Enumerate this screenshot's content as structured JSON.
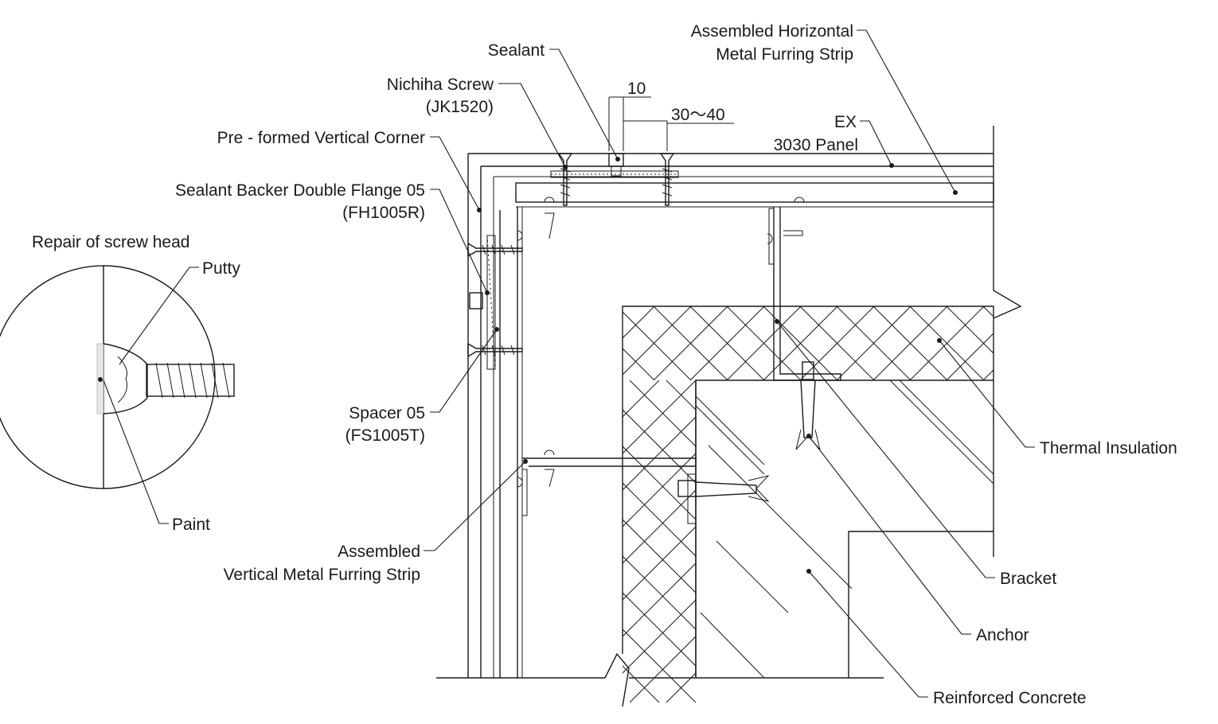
{
  "labels": {
    "sealant": "Sealant",
    "nichiha_screw_1": "Nichiha Screw",
    "nichiha_screw_2": "(JK1520)",
    "preformed_corner": "Pre - formed Vertical Corner",
    "backer_1": "Sealant Backer Double Flange 05",
    "backer_2": "(FH1005R)",
    "repair_title": "Repair of screw head",
    "putty": "Putty",
    "paint": "Paint",
    "spacer_1": "Spacer 05",
    "spacer_2": "(FS1005T)",
    "vertical_strip_1": "Assembled",
    "vertical_strip_2": "Vertical Metal Furring Strip",
    "horizontal_strip_1": "Assembled Horizontal",
    "horizontal_strip_2": "Metal Furring Strip",
    "ex_1": "EX",
    "ex_2": "3030 Panel",
    "thermal_insulation": "Thermal Insulation",
    "bracket": "Bracket",
    "anchor": "Anchor",
    "reinforced_concrete": "Reinforced Concrete"
  },
  "dimensions": {
    "gap": "10",
    "spacing": "30～40"
  }
}
